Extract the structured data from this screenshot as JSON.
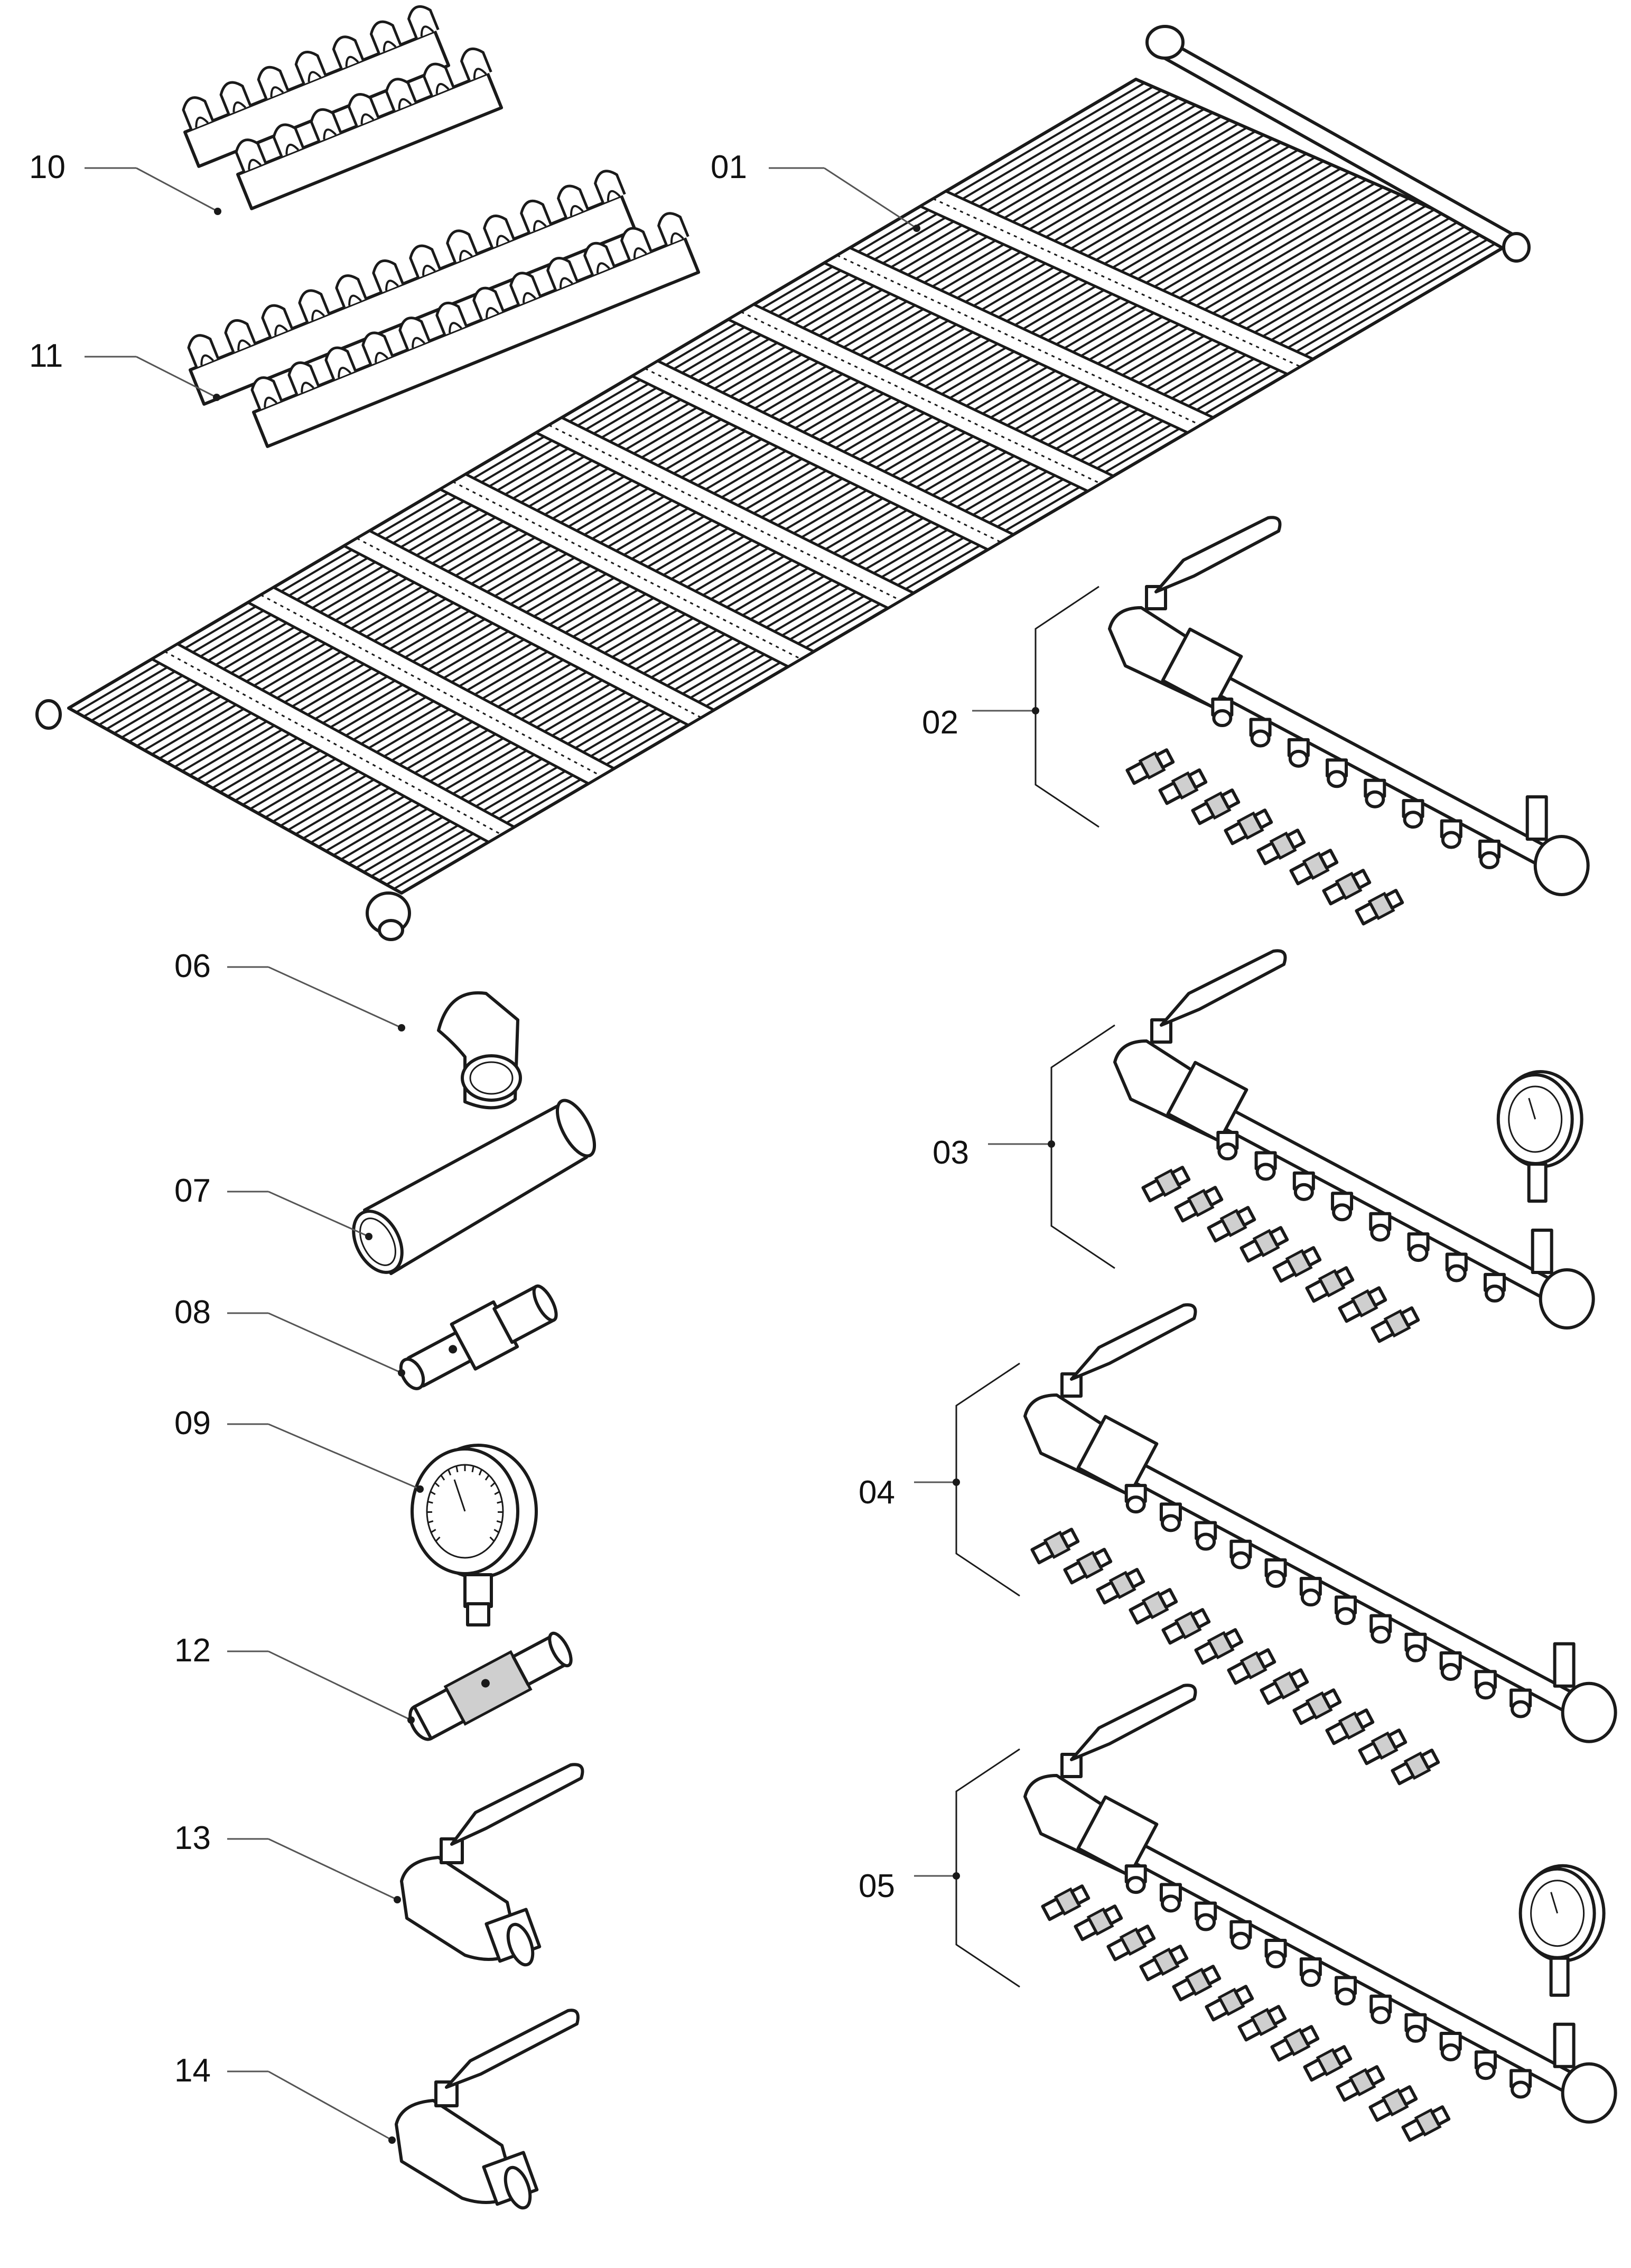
{
  "labels": {
    "p01": "01",
    "p02": "02",
    "p03": "03",
    "p04": "04",
    "p05": "05",
    "p06": "06",
    "p07": "07",
    "p08": "08",
    "p09": "09",
    "p10": "10",
    "p11": "11",
    "p12": "12",
    "p13": "13",
    "p14": "14"
  },
  "icons": {
    "collector": "solar-collector-panel-icon",
    "manifold": "manifold-with-ball-valve-icon",
    "gauge": "pressure-gauge-icon",
    "clamp": "pipe-clamp-strip-icon"
  },
  "colors": {
    "ink": "#1a1a1a",
    "background": "#ffffff",
    "leader": "#555555"
  }
}
